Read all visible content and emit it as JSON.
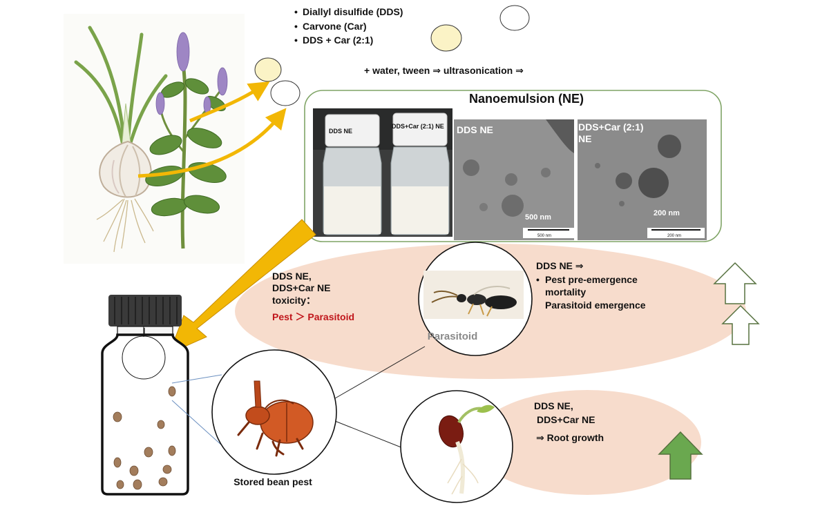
{
  "ingredients": {
    "items": [
      "Diallyl disulfide (DDS)",
      "Carvone (Car)",
      "DDS + Car (2:1)"
    ],
    "process": "+ water, tween ⇒ ultrasonication ⇒"
  },
  "nanoemulsion": {
    "title": "Nanoemulsion (NE)",
    "vial_labels": [
      "DDS NE",
      "DDS+Car (2:1) NE"
    ],
    "tem_dds": {
      "label": "DDS NE",
      "scale": "500 nm",
      "bar_text": "500 nm"
    },
    "tem_mix": {
      "label_line1": "DDS+Car (2:1)",
      "label_line2": "NE",
      "scale": "200 nm",
      "bar_text": "200 nm"
    }
  },
  "toxicity": {
    "line1": "DDS NE,",
    "line2": "DDS+Car NE",
    "line3": "toxicity：",
    "comparison": "Pest ＞ Parasitoid",
    "comparison_color": "#c0161b"
  },
  "parasitoid": {
    "label": "Parasitoid",
    "effect_title": "DDS NE ⇒",
    "effect_line1": "Pest pre-emergence",
    "effect_line2": "mortality",
    "effect_line3": "Parasitoid emergence"
  },
  "pest": {
    "label": "Stored bean pest"
  },
  "seed": {
    "line1": "DDS NE,",
    "line2": "DDS+Car NE",
    "line3": "⇒ Root growth"
  },
  "colors": {
    "ellipse_fill": "#f7dccc",
    "panel_border": "#7fa465",
    "arrow_orange": "#f2b705",
    "arrow_green": "#6aa84f",
    "arrow_outline": "#56713f"
  }
}
